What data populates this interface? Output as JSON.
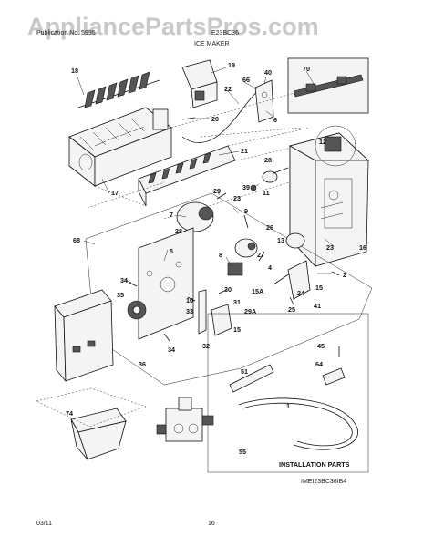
{
  "watermark": "AppliancePartsPros.com",
  "header": {
    "left": "Publication No. 5995",
    "right": "E23BC36",
    "title": "ICE MAKER"
  },
  "footer": {
    "date": "03/11",
    "page": "16"
  },
  "installation_label": "INSTALLATION PARTS",
  "diagram_code": "IMEI23BC36IB4",
  "callouts": {
    "c18": "18",
    "c19": "19",
    "c40": "40",
    "c70": "70",
    "c66": "66",
    "c22": "22",
    "c20": "20",
    "c6": "6",
    "c21": "21",
    "c12": "12",
    "c17": "17",
    "c39": "39",
    "c28a": "28",
    "c11": "11",
    "c29": "29",
    "c23a": "23",
    "c9": "9",
    "c7": "7",
    "c28b": "28",
    "c26": "26",
    "c13": "13",
    "c23b": "23",
    "c16": "16",
    "c68": "68",
    "c5": "5",
    "c8": "8",
    "c27": "27",
    "c4": "4",
    "c34a": "34",
    "c2": "2",
    "c35": "35",
    "c15a": "15",
    "c15A": "15A",
    "c24": "24",
    "c41": "41",
    "c10": "10",
    "c30": "30",
    "c33": "33",
    "c31": "31",
    "c29A": "29A",
    "c25": "25",
    "c32": "32",
    "c15b": "15",
    "c36": "36",
    "c34b": "34",
    "c45": "45",
    "c51": "51",
    "c64": "64",
    "c1": "1",
    "c74": "74",
    "c55": "55"
  }
}
